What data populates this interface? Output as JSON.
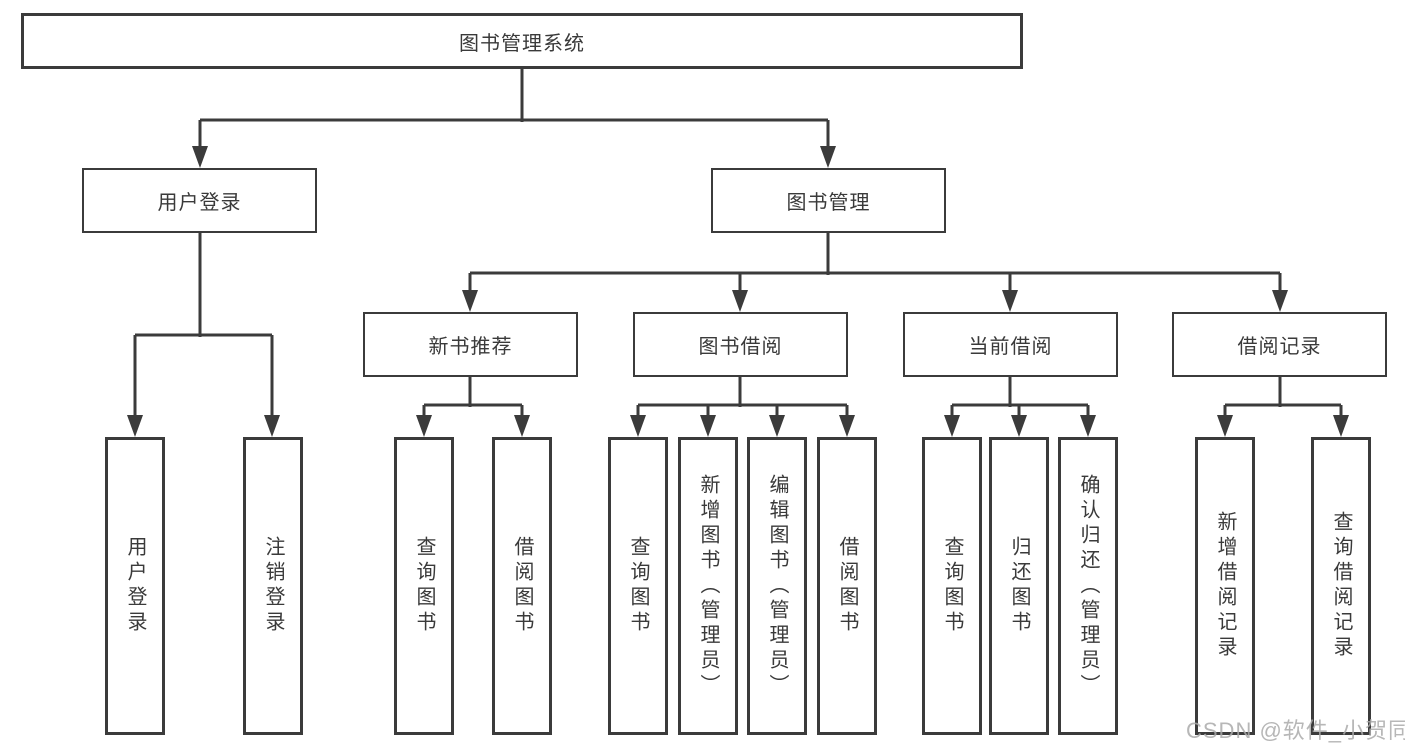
{
  "colors": {
    "line": "#3b3b3b",
    "text": "#3a3a3a",
    "box_background": "#ffffff",
    "watermark": "#aaaaaa"
  },
  "tree": {
    "root": {
      "label": "图书管理系统"
    },
    "branches": [
      {
        "label": "用户登录",
        "children": [
          {
            "label": "用户登录"
          },
          {
            "label": "注销登录"
          }
        ]
      },
      {
        "label": "图书管理",
        "children": [
          {
            "label": "新书推荐",
            "children": [
              {
                "label": "查询图书"
              },
              {
                "label": "借阅图书"
              }
            ]
          },
          {
            "label": "图书借阅",
            "children": [
              {
                "label": "查询图书"
              },
              {
                "label": "新增图书（管理员）"
              },
              {
                "label": "编辑图书（管理员）"
              },
              {
                "label": "借阅图书"
              }
            ]
          },
          {
            "label": "当前借阅",
            "children": [
              {
                "label": "查询图书"
              },
              {
                "label": "归还图书"
              },
              {
                "label": "确认归还（管理员）"
              }
            ]
          },
          {
            "label": "借阅记录",
            "children": [
              {
                "label": "新增借阅记录"
              },
              {
                "label": "查询借阅记录"
              }
            ]
          }
        ]
      }
    ]
  },
  "watermark": {
    "text": "CSDN @软件_小贺同学"
  }
}
